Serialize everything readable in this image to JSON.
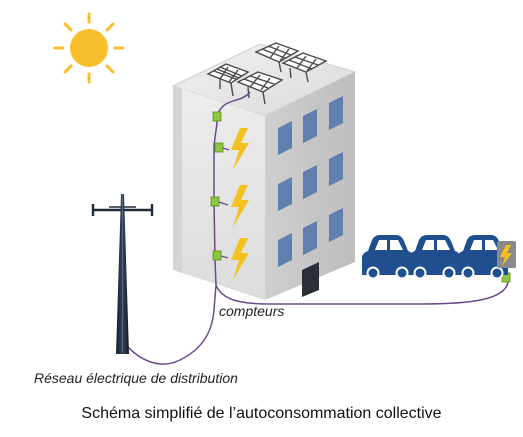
{
  "labels": {
    "meters": "compteurs",
    "grid": "Réseau électrique de distribution",
    "caption": "Schéma simplifié de l’autoconsommation collective"
  },
  "icons": [
    "sun-icon",
    "solar-panel-icon",
    "building-icon",
    "meter-icon",
    "lightning-icon",
    "power-pylon-icon",
    "electric-car-icon",
    "charging-station-icon"
  ],
  "colors": {
    "sun": "#f9bf2a",
    "building_front": "#e7e7e7",
    "building_side": "#c9c9c9",
    "window": "#5f7fae",
    "door": "#2c2f38",
    "lightning": "#f4c21e",
    "meter": "#8dc63f",
    "car": "#1f4f8f",
    "wire": "#6a4a8a",
    "pylon": "#1e2a3a"
  }
}
